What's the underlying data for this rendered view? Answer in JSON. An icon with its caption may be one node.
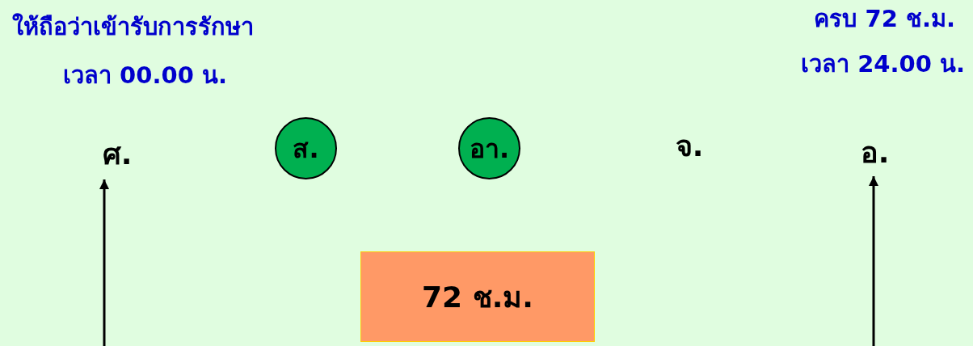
{
  "diagram": {
    "nodes": [
      {
        "text": [
          "ศ."
        ]
      },
      {
        "text": [
          "ส."
        ]
      },
      {
        "text": [
          "อา."
        ]
      },
      {
        "text": [
          "จ."
        ]
      },
      {
        "text": [
          "อ."
        ]
      },
      {
        "text": [
          "72 ช.ม."
        ]
      }
    ],
    "edges": [
      {
        "from": null,
        "to": 0,
        "arrow": "to"
      },
      {
        "from": null,
        "to": 4,
        "arrow": "to"
      }
    ],
    "labels": [
      "ให้ถือว่าเข้ารับการรักษา",
      "เวลา 00.00 น.",
      "ครบ 72 ช.ม.",
      "เวลา 24.00 น."
    ]
  }
}
